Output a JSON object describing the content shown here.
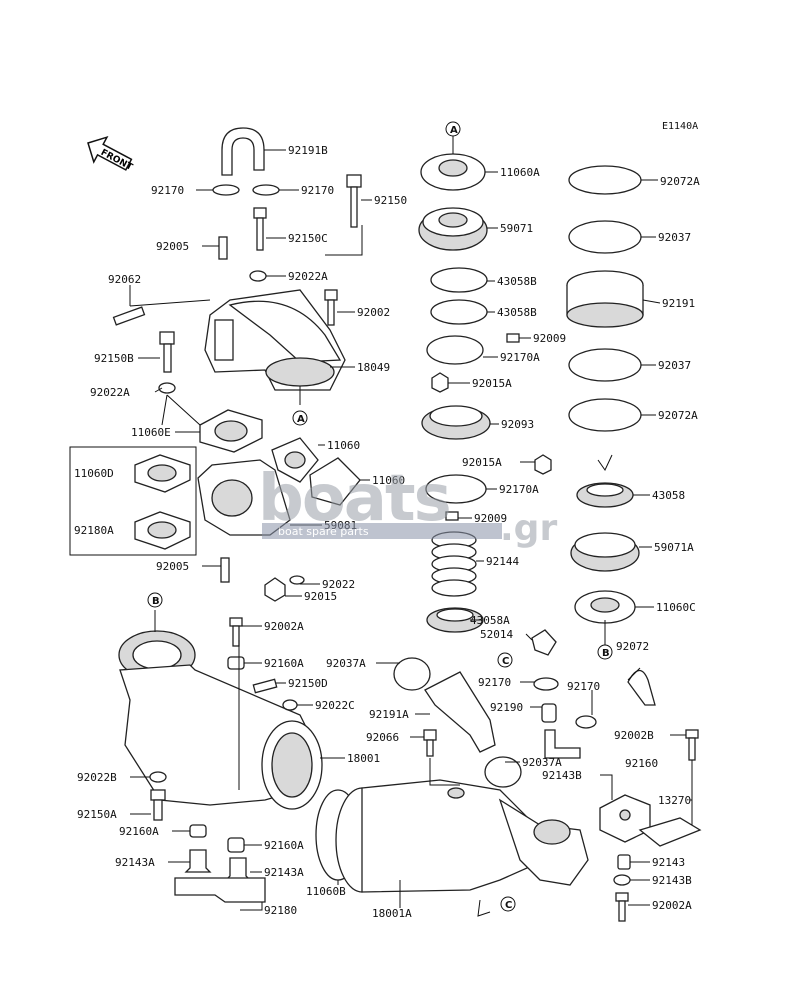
{
  "diagram_code": "E1140A",
  "front_label": "FRONT",
  "watermark": {
    "brand": "boats",
    "domain": ".gr",
    "tagline": "boat spare parts"
  },
  "callouts": [
    "A",
    "A",
    "B",
    "B",
    "C",
    "C"
  ],
  "parts": [
    "92191B",
    "92170",
    "92170",
    "92150",
    "92005",
    "92150C",
    "92022A",
    "92062",
    "92002",
    "92150B",
    "18049",
    "92022A",
    "11060E",
    "11060",
    "11060D",
    "11060",
    "92180A",
    "59081",
    "92005",
    "92022",
    "92015",
    "92002A",
    "92160A",
    "92150D",
    "92022C",
    "18001",
    "92022B",
    "92150A",
    "92160A",
    "92160A",
    "92143A",
    "92143A",
    "11060B",
    "92180",
    "18001A",
    "11060A",
    "59071",
    "43058B",
    "43058B",
    "92009",
    "92170A",
    "92015A",
    "92093",
    "92015A",
    "92170A",
    "92009",
    "92144",
    "43058A",
    "52014",
    "92037A",
    "92170",
    "92170",
    "92191A",
    "92190",
    "92066",
    "92037A",
    "92072A",
    "92037",
    "92191",
    "92037",
    "92072A",
    "43058",
    "59071A",
    "11060C",
    "92072",
    "92002B",
    "92160",
    "92143B",
    "13270",
    "92143",
    "92143B",
    "92002A"
  ]
}
